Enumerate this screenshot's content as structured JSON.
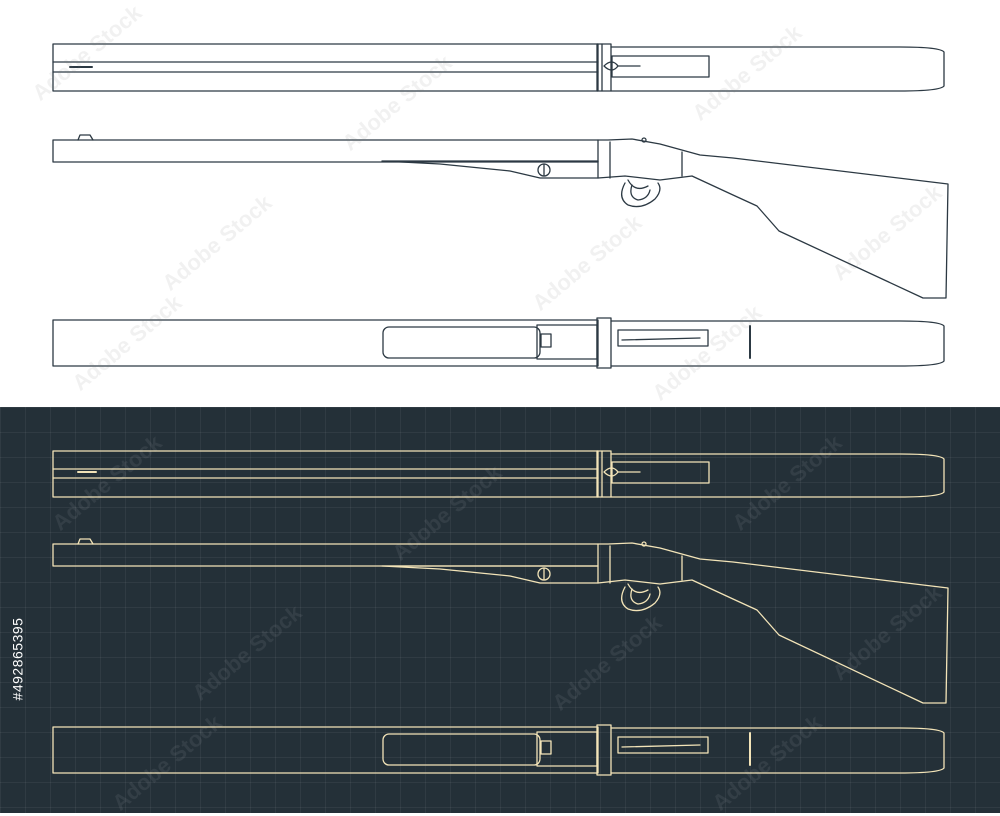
{
  "drawing": {
    "light_line_color": "#2c3943",
    "dark_line_color": "#f3e4b8",
    "dark_background": "#243038"
  },
  "views": [
    {
      "name": "top-view"
    },
    {
      "name": "side-view"
    },
    {
      "name": "bottom-view"
    }
  ],
  "watermark": "Adobe Stock",
  "stock_id": "#492865395"
}
